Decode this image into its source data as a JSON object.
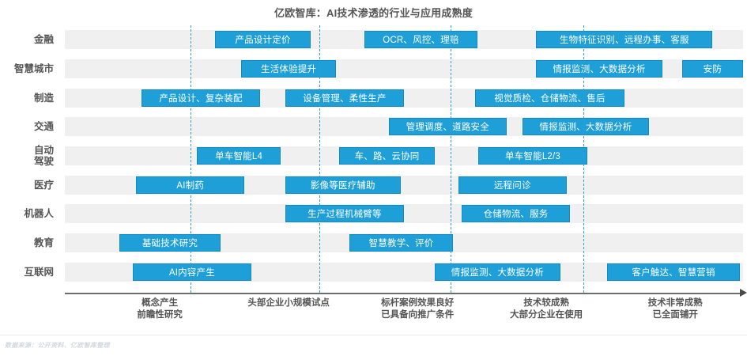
{
  "chart_data": {
    "type": "table",
    "title": "亿欧智库：AI技术渗透的行业与应用成熟度",
    "xlabel": "",
    "ylabel": "",
    "source": "数据来源：公开资料、亿欧智库整理",
    "accent_color": "#1f9fd8",
    "band_color": "#f0f0f0",
    "divider_color": "#2f9fd0",
    "stage_labels": [
      "概念产生\n前瞻性研究",
      "头部企业小规模试点",
      "标杆案例效果良好\n已具备向推广条件",
      "技术较成熟\n大部分企业在使用",
      "技术非常成熟\n已全面铺开"
    ],
    "stage_centers_pct": [
      14,
      33,
      52,
      71,
      90
    ],
    "divider_positions_pct": [
      18.5,
      37.5,
      56.9,
      76.4
    ],
    "categories": [
      "金融",
      "智慧城市",
      "制造",
      "交通",
      "自动\n驾驶",
      "医疗",
      "机器人",
      "教育",
      "互联网"
    ],
    "rows": [
      {
        "category": "金融",
        "items": [
          {
            "label": "产品设计定价",
            "start_pct": 22.2,
            "width_pct": 14.0
          },
          {
            "label": "OCR、风控、理赔",
            "start_pct": 44.2,
            "width_pct": 16.6
          },
          {
            "label": "生物特征识别、远程办事、客服",
            "start_pct": 69.5,
            "width_pct": 26.0
          }
        ]
      },
      {
        "category": "智慧城市",
        "items": [
          {
            "label": "生活体验提升",
            "start_pct": 26.0,
            "width_pct": 14.0
          },
          {
            "label": "情报监测、大数据分析",
            "start_pct": 69.5,
            "width_pct": 18.6
          },
          {
            "label": "安防",
            "start_pct": 91.0,
            "width_pct": 9.0
          }
        ]
      },
      {
        "category": "制造",
        "items": [
          {
            "label": "产品设计、复杂装配",
            "start_pct": 11.3,
            "width_pct": 17.5
          },
          {
            "label": "设备管理、柔性生产",
            "start_pct": 32.5,
            "width_pct": 17.5
          },
          {
            "label": "视觉质检、仓储物流、售后",
            "start_pct": 60.5,
            "width_pct": 22.0
          }
        ]
      },
      {
        "category": "交通",
        "items": [
          {
            "label": "管理调度、道路安全",
            "start_pct": 47.8,
            "width_pct": 17.3
          },
          {
            "label": "情报监测、大数据分析",
            "start_pct": 67.5,
            "width_pct": 18.6
          }
        ]
      },
      {
        "category": "自动驾驶",
        "items": [
          {
            "label": "单车智能L4",
            "start_pct": 19.5,
            "width_pct": 12.3
          },
          {
            "label": "车、路、云协同",
            "start_pct": 40.5,
            "width_pct": 14.0
          },
          {
            "label": "单车智能L2/3",
            "start_pct": 61.0,
            "width_pct": 16.0
          }
        ]
      },
      {
        "category": "医疗",
        "items": [
          {
            "label": "AI制药",
            "start_pct": 10.5,
            "width_pct": 16.0
          },
          {
            "label": "影像等医疗辅助",
            "start_pct": 32.5,
            "width_pct": 17.0
          },
          {
            "label": "远程问诊",
            "start_pct": 58.0,
            "width_pct": 16.0
          }
        ]
      },
      {
        "category": "机器人",
        "items": [
          {
            "label": "生产过程机械臂等",
            "start_pct": 32.5,
            "width_pct": 17.5
          },
          {
            "label": "仓储物流、服务",
            "start_pct": 58.5,
            "width_pct": 16.0
          }
        ]
      },
      {
        "category": "教育",
        "items": [
          {
            "label": "基础技术研究",
            "start_pct": 8.0,
            "width_pct": 15.0
          },
          {
            "label": "智慧教学、评价",
            "start_pct": 42.0,
            "width_pct": 15.2
          }
        ]
      },
      {
        "category": "互联网",
        "items": [
          {
            "label": "AI内容产生",
            "start_pct": 10.0,
            "width_pct": 17.5
          },
          {
            "label": "情报监测、大数据分析",
            "start_pct": 54.5,
            "width_pct": 18.6
          },
          {
            "label": "客户触达、智慧营销",
            "start_pct": 80.0,
            "width_pct": 19.5
          }
        ]
      }
    ]
  }
}
